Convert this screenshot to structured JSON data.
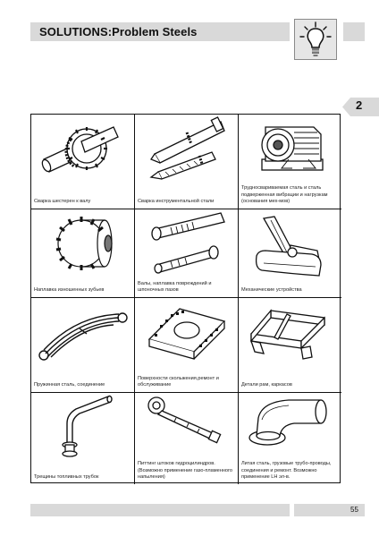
{
  "header": {
    "title": "SOLUTIONS:Problem Steels"
  },
  "section_tab": {
    "number": "2"
  },
  "cells": [
    {
      "caption": "Сварка шестерен к валу",
      "icon": "gear-shaft-icon"
    },
    {
      "caption": "Сварка инструментальной стали",
      "icon": "tool-steel-icon"
    },
    {
      "caption": "Трудносвариваемая сталь и сталь подверженная вибрации и нагрузкам (основания мех-мов)",
      "icon": "motor-housing-icon"
    },
    {
      "caption": "Наплавка изношенных зубьев",
      "icon": "worn-gear-icon"
    },
    {
      "caption": "Валы, наплавка повреждений и шпоночных пазов",
      "icon": "shafts-icon"
    },
    {
      "caption": "Механические устройства",
      "icon": "mechanical-arm-icon"
    },
    {
      "caption": "Пружинная сталь, соединение",
      "icon": "leaf-spring-icon"
    },
    {
      "caption": "Поверхности скольжения,ремонт и обслуживание",
      "icon": "sliding-block-icon"
    },
    {
      "caption": "Детали рам, каркасов",
      "icon": "frame-icon"
    },
    {
      "caption": "Трещины топливных трубок",
      "icon": "fuel-pipe-icon"
    },
    {
      "caption": "Питтинг штоков гидроцилиндров. (Возможно применение газо-пламенного напыления)",
      "icon": "hydraulic-rod-icon"
    },
    {
      "caption": "Литая сталь, грузовые трубо-проводы, соединения и ремонт. Возможно применение LH эл-в.",
      "icon": "pipe-elbow-icon"
    }
  ],
  "footer": {
    "page_number": "55"
  }
}
